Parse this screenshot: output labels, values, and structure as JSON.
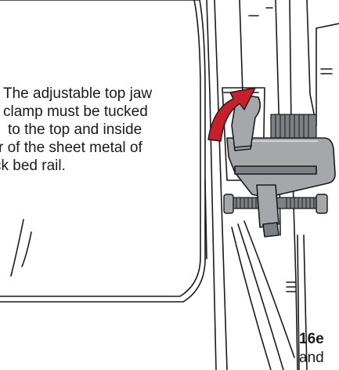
{
  "note": {
    "lines": [
      "The adjustable top jaw",
      "clamp must be tucked",
      "to the top and inside",
      "r of the sheet metal of",
      "ck bed rail."
    ]
  },
  "caption": {
    "step": "16e",
    "text": "and"
  },
  "colors": {
    "arrow": "#c8202b",
    "clamp": "#a5a7aa",
    "clamp_dark": "#5f6266",
    "line": "#1a1a1a"
  },
  "icons": {
    "arrow": "curved-arrow-icon",
    "clamp": "c-clamp-icon"
  }
}
